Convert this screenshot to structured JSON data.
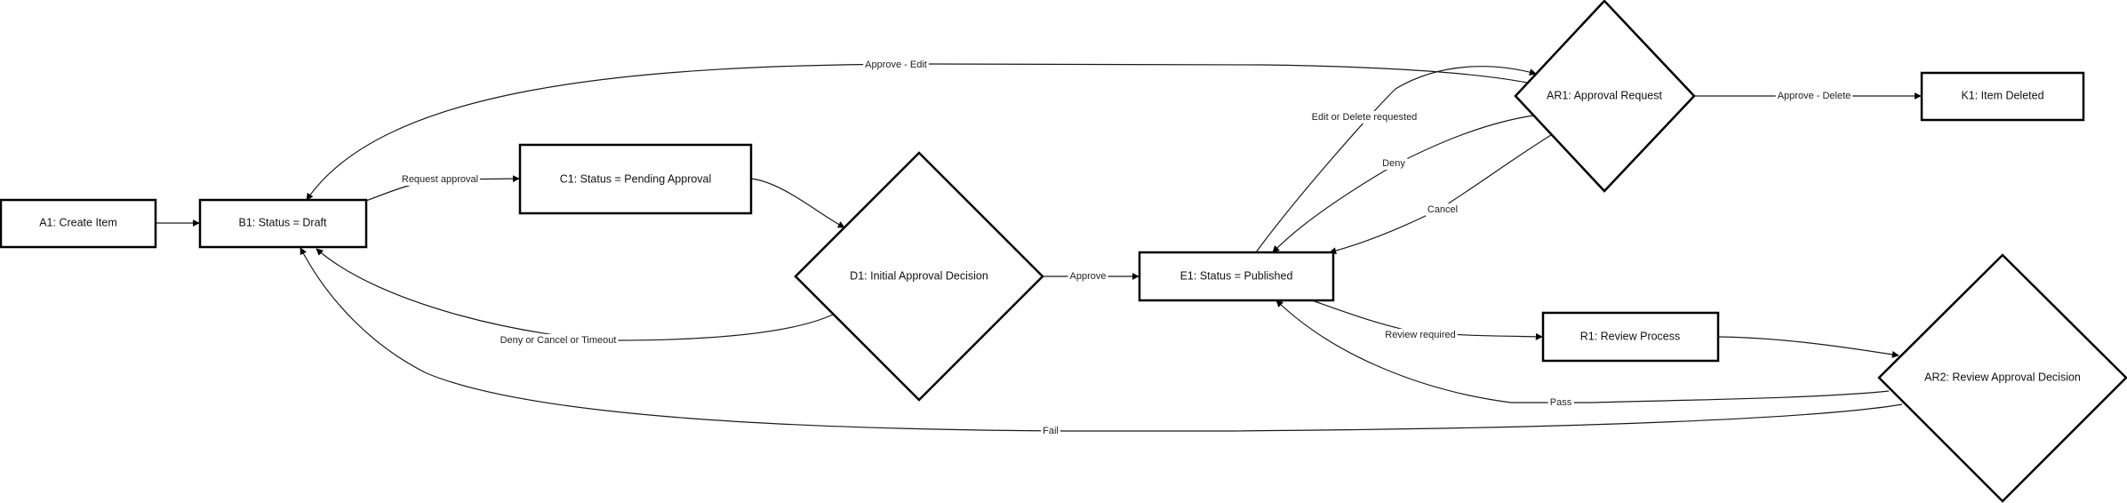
{
  "diagram": {
    "type": "flowchart",
    "nodes": [
      {
        "id": "A1",
        "shape": "rect",
        "label": "A1: Create Item"
      },
      {
        "id": "B1",
        "shape": "rect",
        "label": "B1: Status = Draft"
      },
      {
        "id": "C1",
        "shape": "rect",
        "label": "C1: Status = Pending Approval"
      },
      {
        "id": "D1",
        "shape": "diamond",
        "label": "D1: Initial Approval Decision"
      },
      {
        "id": "E1",
        "shape": "rect",
        "label": "E1: Status = Published"
      },
      {
        "id": "AR1",
        "shape": "diamond",
        "label": "AR1: Approval Request"
      },
      {
        "id": "K1",
        "shape": "rect",
        "label": "K1: Item Deleted"
      },
      {
        "id": "R1",
        "shape": "rect",
        "label": "R1: Review Process"
      },
      {
        "id": "AR2",
        "shape": "diamond",
        "label": "AR2: Review Approval Decision"
      }
    ],
    "edges": [
      {
        "id": "A1-B1",
        "from": "A1",
        "to": "B1",
        "label": ""
      },
      {
        "id": "B1-C1",
        "from": "B1",
        "to": "C1",
        "label": "Request approval"
      },
      {
        "id": "C1-D1",
        "from": "C1",
        "to": "D1",
        "label": ""
      },
      {
        "id": "D1-E1",
        "from": "D1",
        "to": "E1",
        "label": "Approve"
      },
      {
        "id": "D1-B1",
        "from": "D1",
        "to": "B1",
        "label": "Deny or Cancel or Timeout"
      },
      {
        "id": "E1-AR1",
        "from": "E1",
        "to": "AR1",
        "label": "Edit or Delete requested"
      },
      {
        "id": "AR1-B1",
        "from": "AR1",
        "to": "B1",
        "label": "Approve - Edit"
      },
      {
        "id": "AR1-K1",
        "from": "AR1",
        "to": "K1",
        "label": "Approve - Delete"
      },
      {
        "id": "AR1-E1-deny",
        "from": "AR1",
        "to": "E1",
        "label": "Deny"
      },
      {
        "id": "AR1-E1-cancel",
        "from": "AR1",
        "to": "E1",
        "label": "Cancel"
      },
      {
        "id": "E1-R1",
        "from": "E1",
        "to": "R1",
        "label": "Review required"
      },
      {
        "id": "R1-AR2",
        "from": "R1",
        "to": "AR2",
        "label": ""
      },
      {
        "id": "AR2-E1",
        "from": "AR2",
        "to": "E1",
        "label": "Pass"
      },
      {
        "id": "AR2-B1",
        "from": "AR2",
        "to": "B1",
        "label": "Fail"
      }
    ]
  }
}
